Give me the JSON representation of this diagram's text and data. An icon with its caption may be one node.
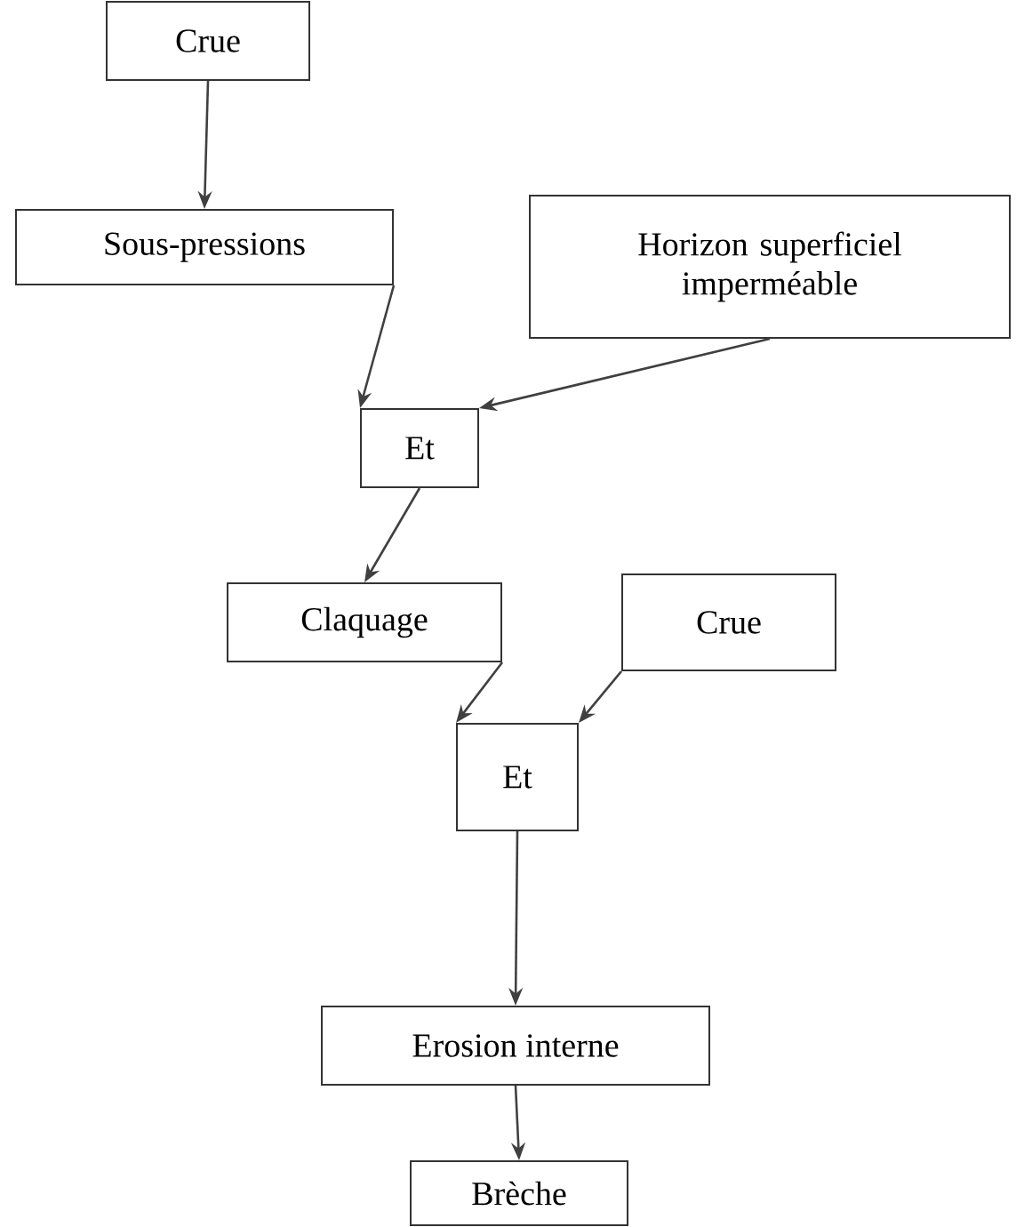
{
  "diagram": {
    "nodes": [
      {
        "text": [
          "Crue"
        ]
      },
      {
        "text": [
          "Sous-pressions"
        ]
      },
      {
        "text": [
          "Horizon superficiel imperméable"
        ]
      },
      {
        "text": [
          "Et"
        ]
      },
      {
        "text": [
          "Claquage"
        ]
      },
      {
        "text": [
          "Crue"
        ]
      },
      {
        "text": [
          "Et"
        ]
      },
      {
        "text": [
          "Erosion interne"
        ]
      },
      {
        "text": [
          "Brèche"
        ]
      }
    ],
    "edges": [
      {
        "from": 0,
        "to": 1,
        "arrow": "to"
      },
      {
        "from": 1,
        "to": 3,
        "arrow": "to"
      },
      {
        "from": 2,
        "to": 3,
        "arrow": "to"
      },
      {
        "from": 3,
        "to": 4,
        "arrow": "to"
      },
      {
        "from": 4,
        "to": 6,
        "arrow": "to"
      },
      {
        "from": 5,
        "to": 6,
        "arrow": "to"
      },
      {
        "from": 6,
        "to": 7,
        "arrow": "to"
      },
      {
        "from": 7,
        "to": 8,
        "arrow": "to"
      }
    ]
  }
}
